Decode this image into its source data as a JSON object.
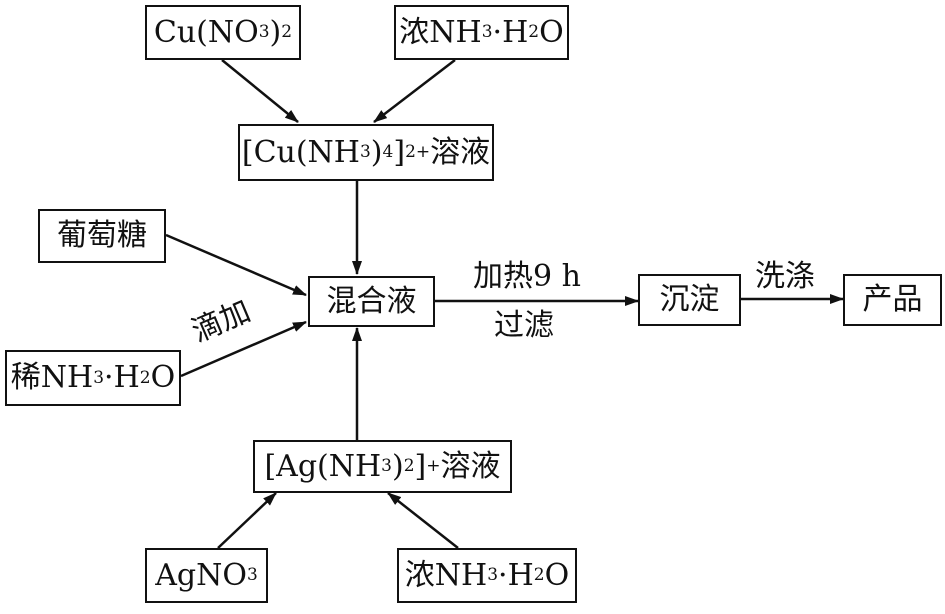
{
  "nodes": {
    "cu_nitrate": {
      "pre": "Cu(NO",
      "sub1": "3",
      "mid": ")",
      "sub2": "2"
    },
    "conc_ammonia_top": {
      "pre": "浓NH",
      "sub1": "3",
      "mid": "·H",
      "sub2": "2",
      "post": "O"
    },
    "cu_complex": {
      "pre": "[Cu(NH",
      "sub1": "3",
      "mid": ")",
      "sub2": "4",
      "close": "]",
      "sup": "2+",
      "post": "溶液"
    },
    "glucose": {
      "text": "葡萄糖"
    },
    "mixture": {
      "text": "混合液"
    },
    "dilute_ammonia": {
      "pre": "稀NH",
      "sub1": "3",
      "mid": "·H",
      "sub2": "2",
      "post": "O"
    },
    "ag_complex": {
      "pre": "[Ag(NH",
      "sub1": "3",
      "mid": ")",
      "sub2": "2",
      "close": "]",
      "sup": "+",
      "post": "溶液"
    },
    "silver_nitrate": {
      "pre": "AgNO",
      "sub1": "3"
    },
    "conc_ammonia_bottom": {
      "pre": "浓NH",
      "sub1": "3",
      "mid": "·H",
      "sub2": "2",
      "post": "O"
    },
    "precipitate": {
      "text": "沉淀"
    },
    "product": {
      "text": "产品"
    }
  },
  "edge_labels": {
    "dropwise": "滴加",
    "heat": "加热9 h",
    "filter": "过滤",
    "wash": "洗涤"
  }
}
